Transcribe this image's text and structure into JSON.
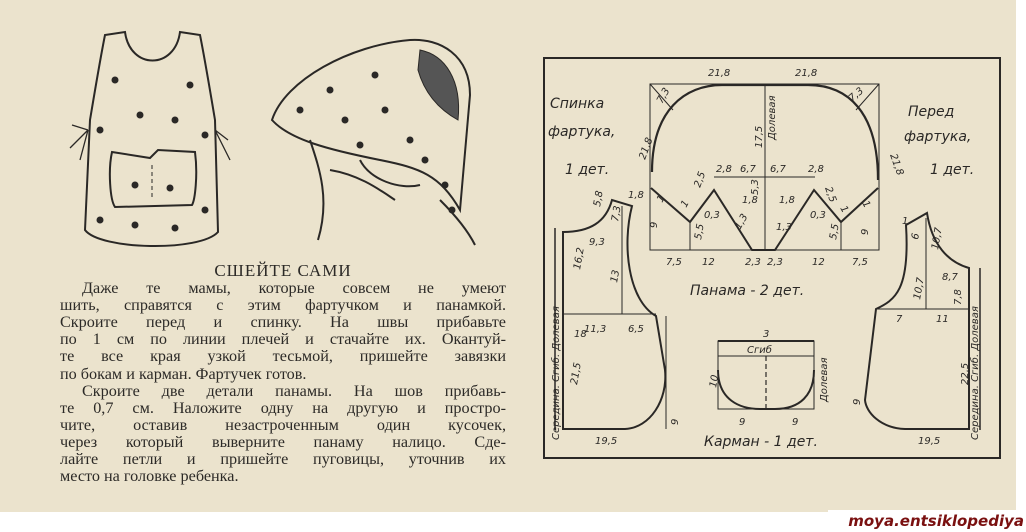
{
  "article": {
    "title": "СШЕЙТЕ САМИ",
    "lines": [
      "Даже те мамы, которые совсем не умеют",
      "шить, справятся с этим фартучком и панамкой.",
      "Скроите перед и спинку. На швы прибавьте",
      "по 1 см по линии плечей и стачайте их. Окантуй-",
      "те все края узкой тесьмой, пришейте завязки",
      "по бокам и карман. Фартучек готов.",
      "Скроите две детали панамы. На шов прибавь-",
      "те 0,7 см. Наложите одну на другую и простро-",
      "чите, оставив незастроченным один кусочек,",
      "через который выверните панаму налицо. Сде-",
      "лайте петли и пришейте пуговицы, уточнив их",
      "место на головке ребенка."
    ]
  },
  "diagram": {
    "labels": [
      "21,8",
      "21,8",
      "7,3",
      "7,3",
      "21,8",
      "21,8",
      "17,5",
      "Долевая",
      "2,8",
      "6,7",
      "6,7",
      "2,8",
      "2,5",
      "2,5",
      "5,3",
      "1",
      "1",
      "1",
      "1",
      "0,3",
      "0,3",
      "1,8",
      "1,8",
      "1,3",
      "1,3",
      "9",
      "9",
      "5,5",
      "5,5",
      "7,5",
      "12",
      "2,3",
      "2,3",
      "12",
      "7,5",
      "Панама - 2 дет.",
      "Спинка",
      "фартука,",
      "1 дет.",
      "5,8",
      "1,8",
      "7,3",
      "9,3",
      "16,2",
      "13",
      "11,3",
      "6,5",
      "21,5",
      "9",
      "19,5",
      "Середина. Сгиб. Долевая",
      "Перед",
      "фартука,",
      "1 дет.",
      "1",
      "6",
      "10,7",
      "8,7",
      "10,7",
      "7,8",
      "7",
      "11",
      "22,5",
      "9",
      "19,5",
      "Середина. Сгиб. Долевая",
      "18",
      "3",
      "Сгиб",
      "10",
      "9",
      "9",
      "Долевая",
      "Карман - 1 дет."
    ]
  },
  "watermark": "moya.entsiklopediya"
}
